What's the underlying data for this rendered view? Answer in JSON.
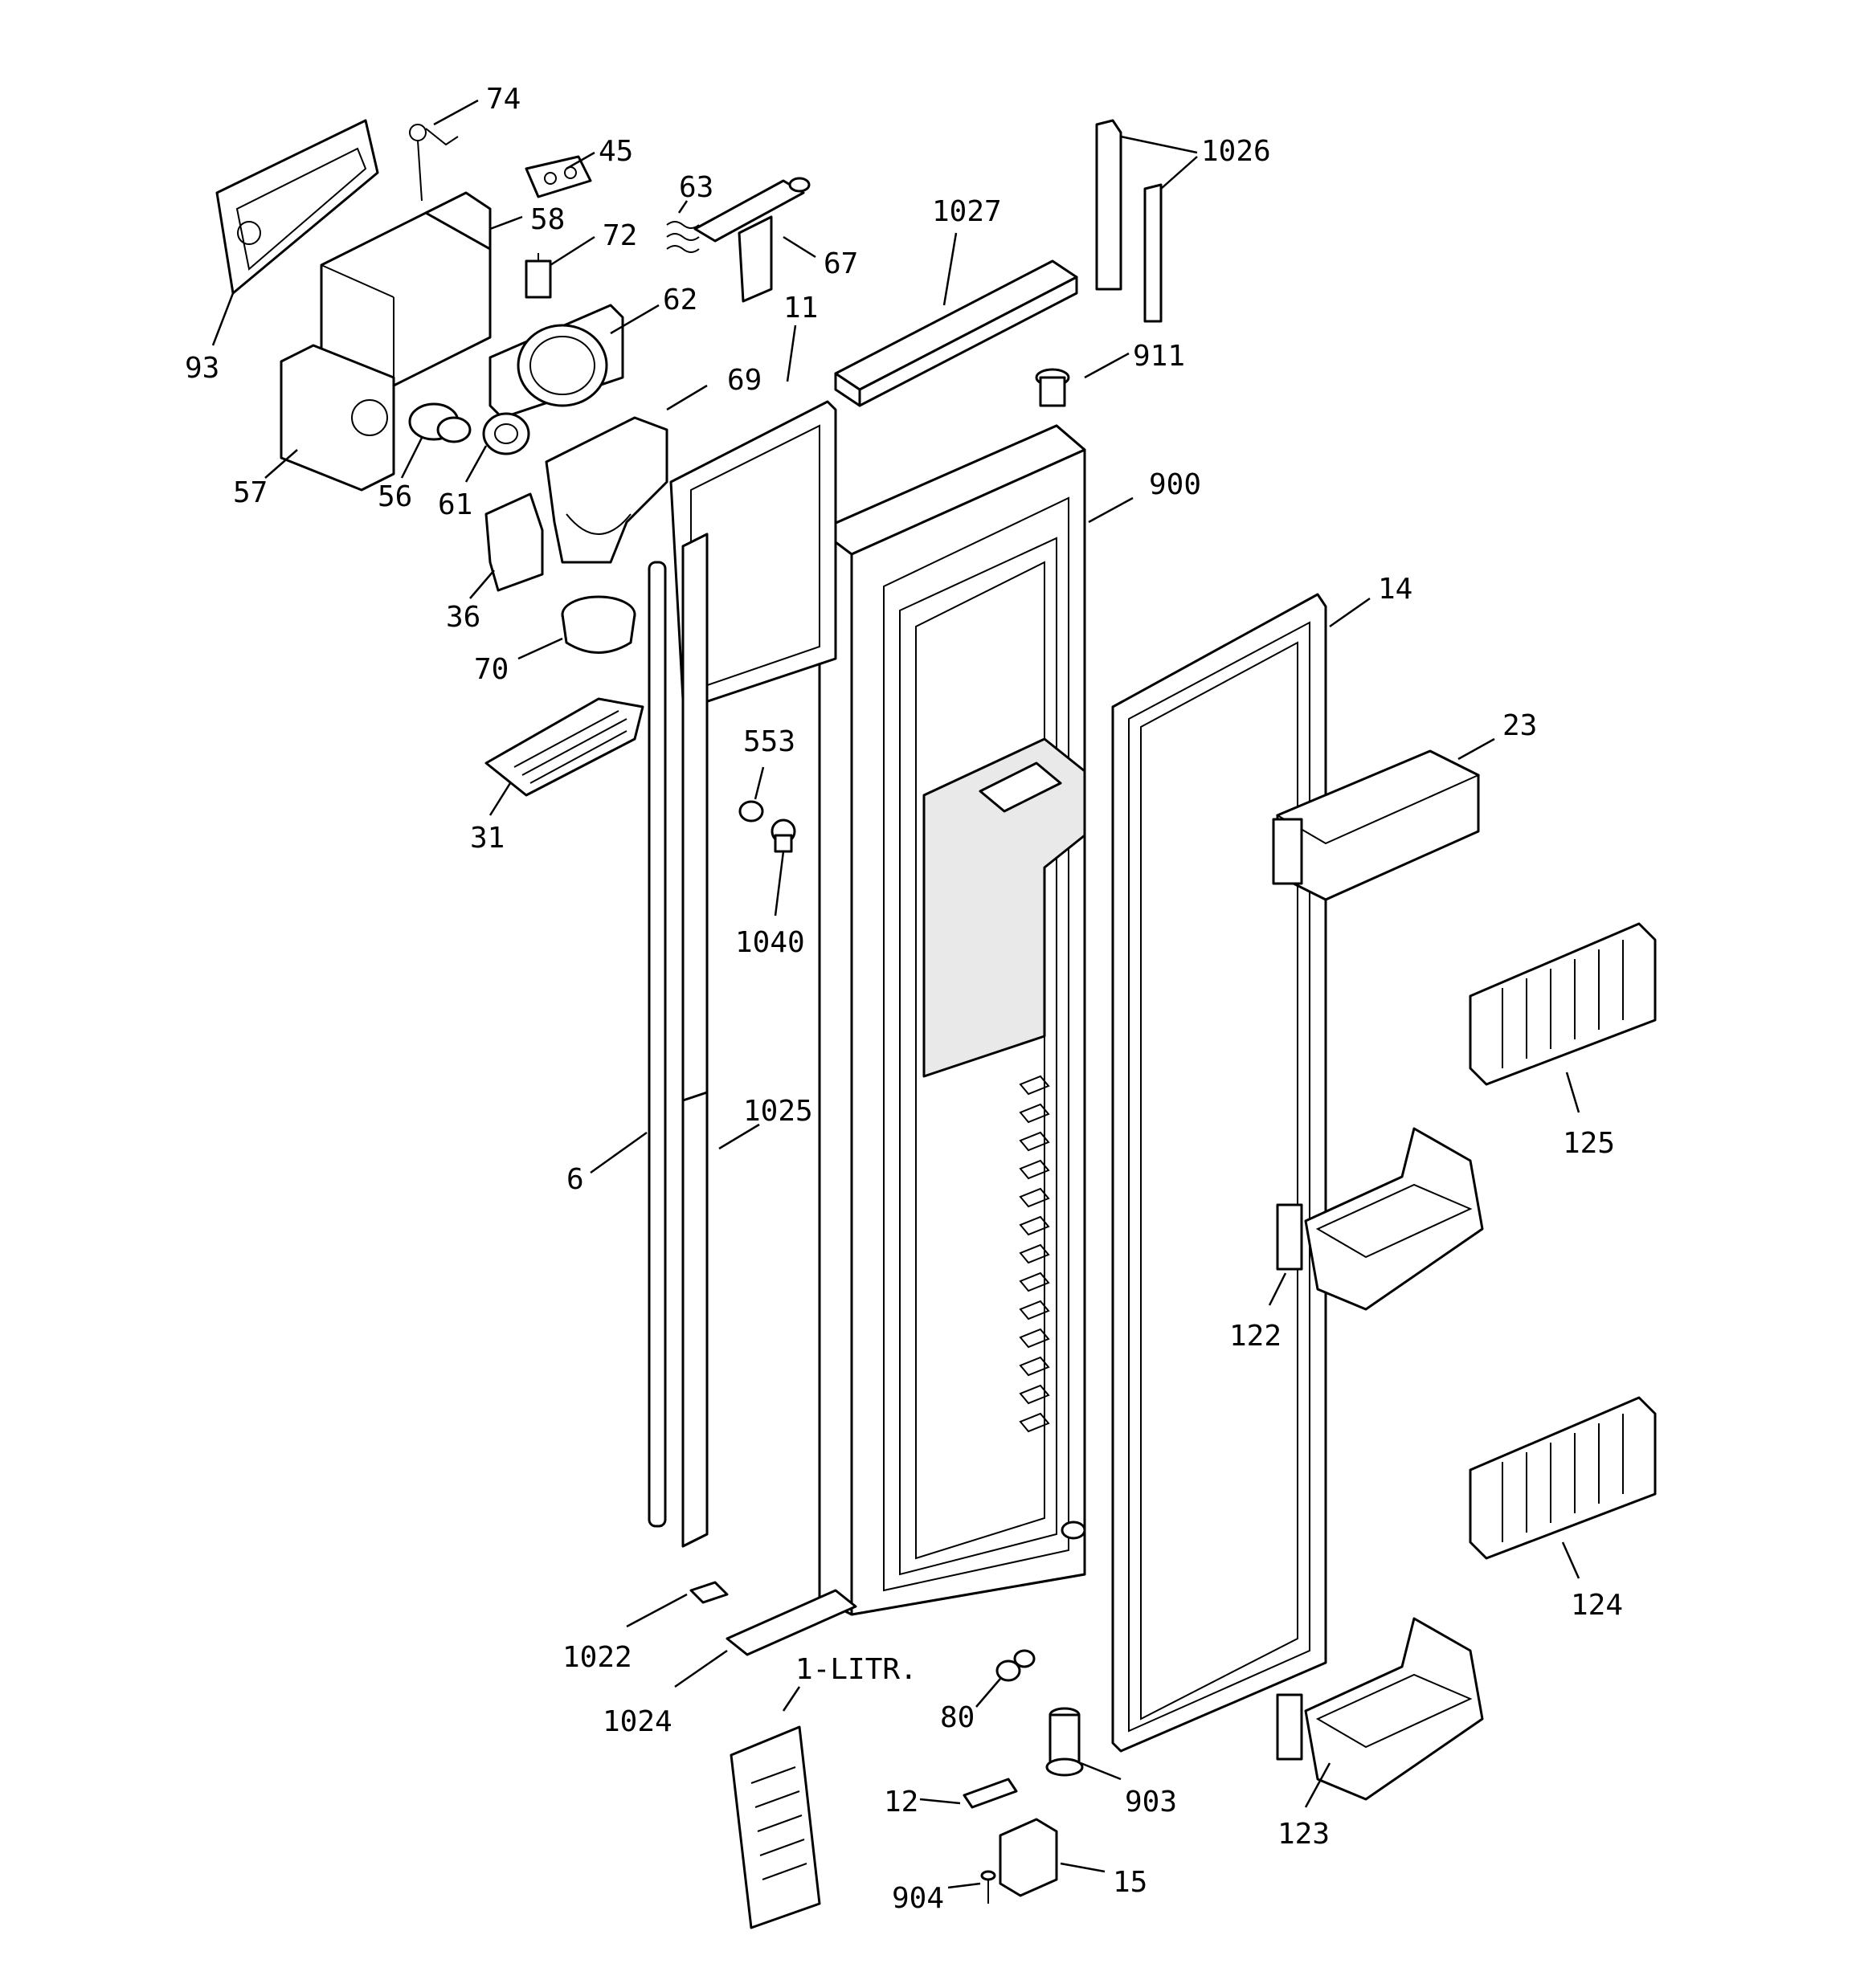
{
  "labels": [
    {
      "id": "74",
      "text": "74"
    },
    {
      "id": "45",
      "text": "45"
    },
    {
      "id": "63",
      "text": "63"
    },
    {
      "id": "1026",
      "text": "1026"
    },
    {
      "id": "58",
      "text": "58"
    },
    {
      "id": "72",
      "text": "72"
    },
    {
      "id": "1027",
      "text": "1027"
    },
    {
      "id": "67",
      "text": "67"
    },
    {
      "id": "62",
      "text": "62"
    },
    {
      "id": "11",
      "text": "11"
    },
    {
      "id": "93",
      "text": "93"
    },
    {
      "id": "911",
      "text": "911"
    },
    {
      "id": "69",
      "text": "69"
    },
    {
      "id": "57",
      "text": "57"
    },
    {
      "id": "56",
      "text": "56"
    },
    {
      "id": "61",
      "text": "61"
    },
    {
      "id": "900",
      "text": "900"
    },
    {
      "id": "14",
      "text": "14"
    },
    {
      "id": "36",
      "text": "36"
    },
    {
      "id": "70",
      "text": "70"
    },
    {
      "id": "23",
      "text": "23"
    },
    {
      "id": "553",
      "text": "553"
    },
    {
      "id": "31",
      "text": "31"
    },
    {
      "id": "1040",
      "text": "1040"
    },
    {
      "id": "1025",
      "text": "1025"
    },
    {
      "id": "125",
      "text": "125"
    },
    {
      "id": "6",
      "text": "6"
    },
    {
      "id": "122",
      "text": "122"
    },
    {
      "id": "124",
      "text": "124"
    },
    {
      "id": "1022",
      "text": "1022"
    },
    {
      "id": "1024",
      "text": "1024"
    },
    {
      "id": "1-LITR",
      "text": "1-LITR."
    },
    {
      "id": "80",
      "text": "80"
    },
    {
      "id": "903",
      "text": "903"
    },
    {
      "id": "123",
      "text": "123"
    },
    {
      "id": "12",
      "text": "12"
    },
    {
      "id": "15",
      "text": "15"
    },
    {
      "id": "904",
      "text": "904"
    }
  ]
}
